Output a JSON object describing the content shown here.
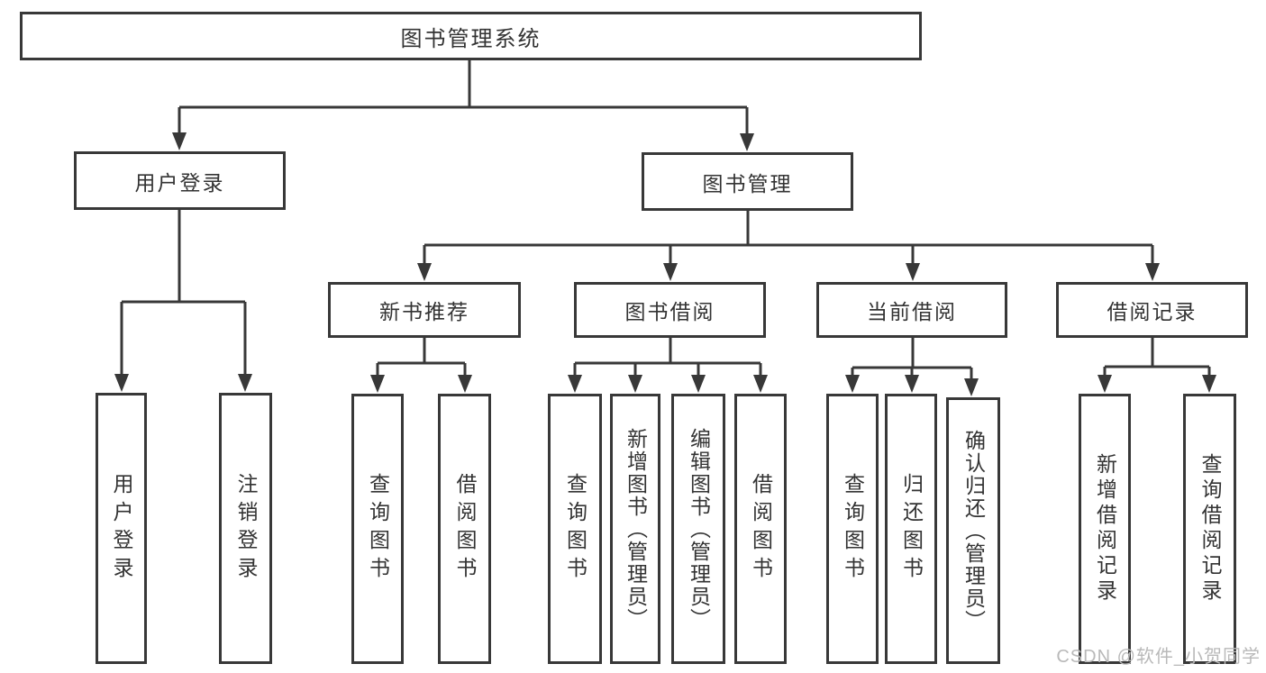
{
  "nodes": {
    "root": "图书管理系统",
    "user_login": "用户登录",
    "book_management": "图书管理",
    "new_book_recommend": "新书推荐",
    "book_borrow": "图书借阅",
    "current_borrow": "当前借阅",
    "borrow_records": "借阅记录",
    "leaves": {
      "user_login_login": "用户登录",
      "user_login_logout": "注销登录",
      "recommend_query_books": "查询图书",
      "recommend_borrow_books": "借阅图书",
      "borrow_query_books": "查询图书",
      "borrow_add_books": "新增图书（管理员）",
      "borrow_edit_books": "编辑图书（管理员）",
      "borrow_borrow_books": "借阅图书",
      "current_query_books": "查询图书",
      "current_return_books": "归还图书",
      "current_confirm_return": "确认归还（管理员）",
      "records_add_record": "新增借阅记录",
      "records_query_record": "查询借阅记录"
    }
  },
  "watermark": "CSDN @软件_小贺同学",
  "colors": {
    "line": "#383838",
    "text": "#333333",
    "watermark": "#b9b9b9"
  }
}
